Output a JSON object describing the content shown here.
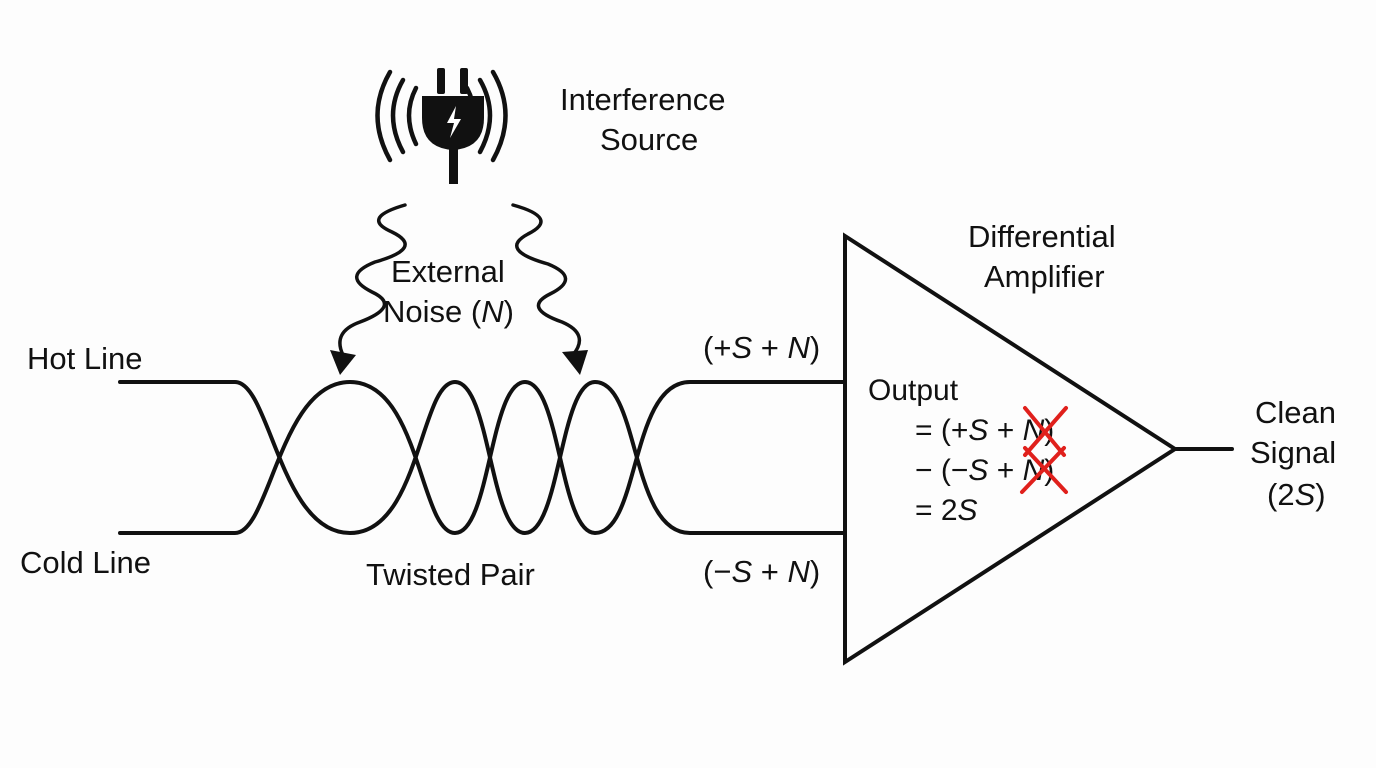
{
  "interference": {
    "icon": "plug-icon",
    "label_line1": "Interference",
    "label_line2": "Source"
  },
  "noise": {
    "label_line1": "External",
    "label_line2_prefix": "Noise (",
    "label_line2_var": "N",
    "label_line2_suffix": ")"
  },
  "lines": {
    "hot": "Hot Line",
    "cold": "Cold Line",
    "pair": "Twisted Pair"
  },
  "inputs": {
    "hot_signal": {
      "open": "(+",
      "s": "S",
      "plus": " + ",
      "n": "N",
      "close": ")"
    },
    "cold_signal": {
      "open": "(−",
      "s": "S",
      "plus": " + ",
      "n": "N",
      "close": ")"
    }
  },
  "amplifier": {
    "title_line1": "Differential",
    "title_line2": "Amplifier",
    "output_title": "Output",
    "eq_line1": {
      "pre": "= (+",
      "s": "S",
      "mid": " + ",
      "n": "N",
      "post": ")"
    },
    "eq_line2": {
      "pre": "− (−",
      "s": "S",
      "mid": " + ",
      "n": "N",
      "post": ")"
    },
    "eq_line3": {
      "pre": "= 2",
      "s": "S"
    },
    "cancel_color": "#e0201c"
  },
  "output": {
    "line1": "Clean",
    "line2": "Signal",
    "line3_pre": "(2",
    "line3_s": "S",
    "line3_post": ")"
  }
}
